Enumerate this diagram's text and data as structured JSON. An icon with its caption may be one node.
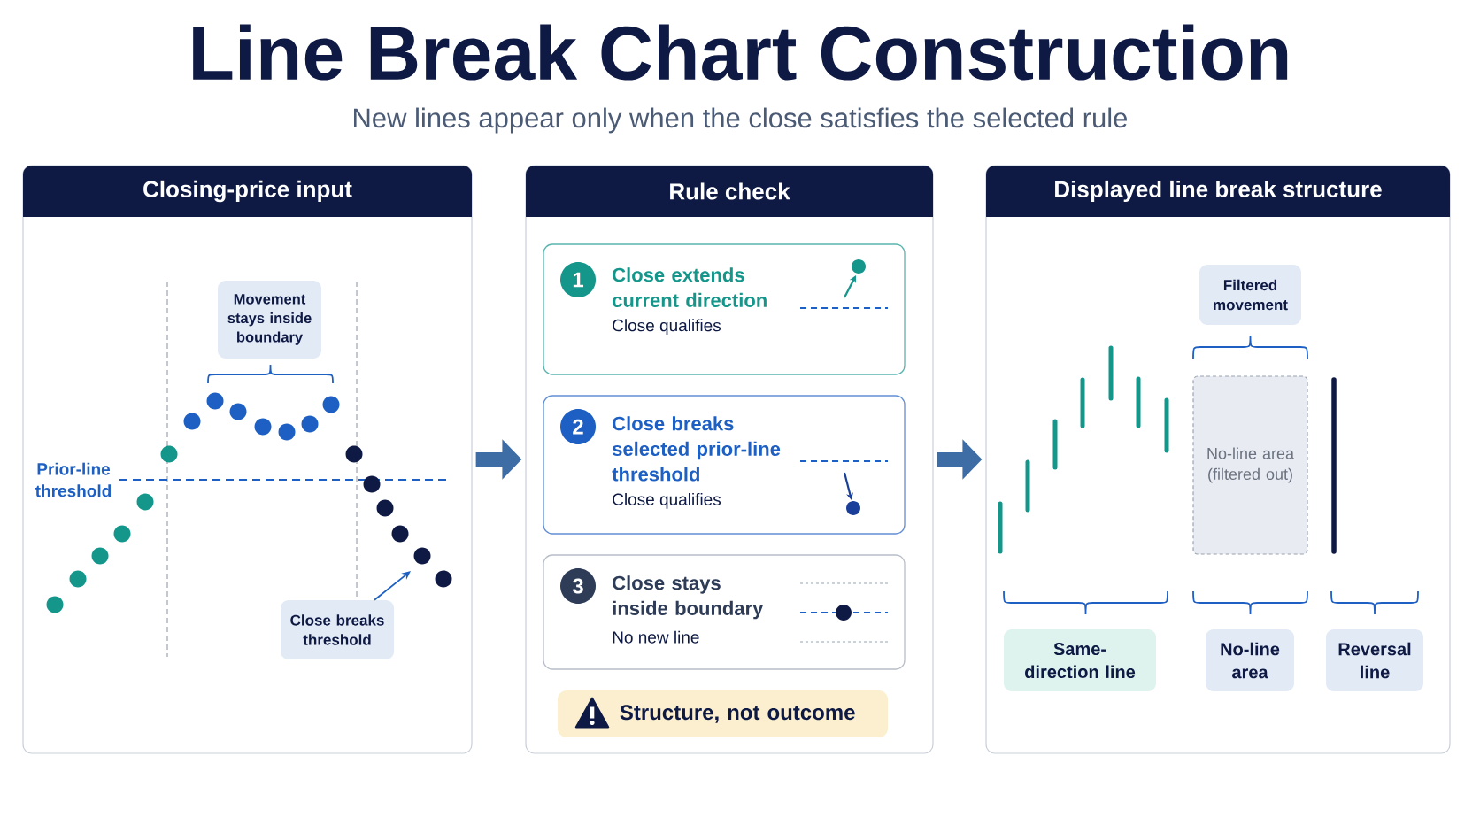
{
  "diagram": {
    "title": "Line Break Chart Construction",
    "caption": "New lines appear only when the close satisfies the selected rule",
    "nodes": [
      {
        "text": [
          "Closing-price input"
        ]
      },
      {
        "text": [
          "Movement stays inside boundary"
        ],
        "in": 0
      },
      {
        "text": [
          "Close breaks threshold"
        ],
        "in": 0
      },
      {
        "text": [
          "Rule check"
        ]
      },
      {
        "text": [
          "1",
          "Close extends current direction",
          "Close qualifies"
        ],
        "in": 3
      },
      {
        "text": [
          "2",
          "Close breaks selected prior-line threshold",
          "Close qualifies"
        ],
        "in": 3
      },
      {
        "text": [
          "3",
          "Close stays inside boundary",
          "No new line"
        ],
        "in": 3
      },
      {
        "text": [
          "Structure, not outcome"
        ],
        "in": 3
      },
      {
        "text": [
          "Displayed line break structure"
        ]
      },
      {
        "text": [
          "Filtered movement"
        ],
        "in": 8
      },
      {
        "text": [
          "No-line area (filtered out)"
        ],
        "in": 8
      },
      {
        "text": [
          "Same-direction line"
        ],
        "in": 8
      },
      {
        "text": [
          "No-line area"
        ],
        "in": 8
      },
      {
        "text": [
          "Reversal line"
        ],
        "in": 8
      }
    ],
    "edges": [
      {
        "from": 0,
        "to": 3,
        "arrow": "to"
      },
      {
        "from": 3,
        "to": 8,
        "arrow": "to"
      },
      {
        "from": 2,
        "to": null,
        "arrow": "to",
        "color": "#1d5fc2"
      }
    ],
    "labels": [
      "Prior-line threshold"
    ]
  }
}
